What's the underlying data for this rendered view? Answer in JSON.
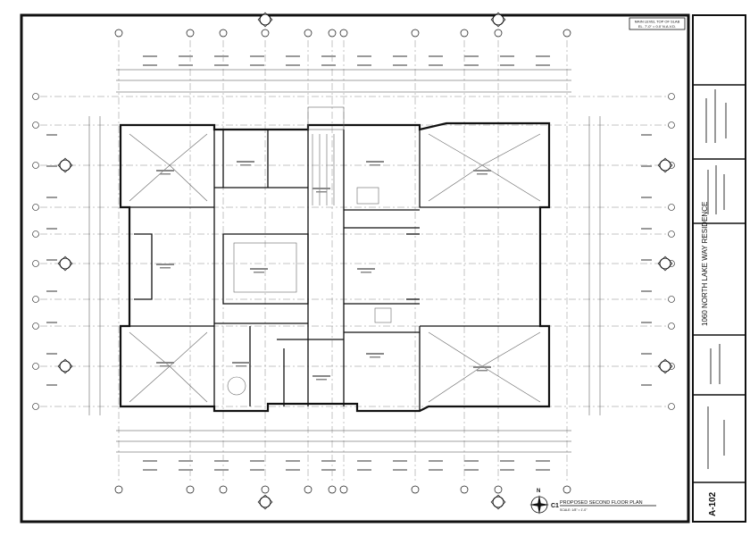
{
  "sheet": {
    "number": "A-102",
    "project_title": "1060 NORTH LAKE WAY RESIDENCE",
    "slab_note_line1": "MAIN LEVEL TOP OF SLAB",
    "slab_note_line2": "EL. 7'-0\" = 0.0' N.A.V.D."
  },
  "plan": {
    "title": "PROPOSED SECOND FLOOR PLAN",
    "detail_id": "C1",
    "scale_note": "SCALE: 1/8\" = 1'-0\"",
    "north_label": "N"
  },
  "colors": {
    "ink": "#111111",
    "paper": "#ffffff",
    "grid": "#777777"
  }
}
